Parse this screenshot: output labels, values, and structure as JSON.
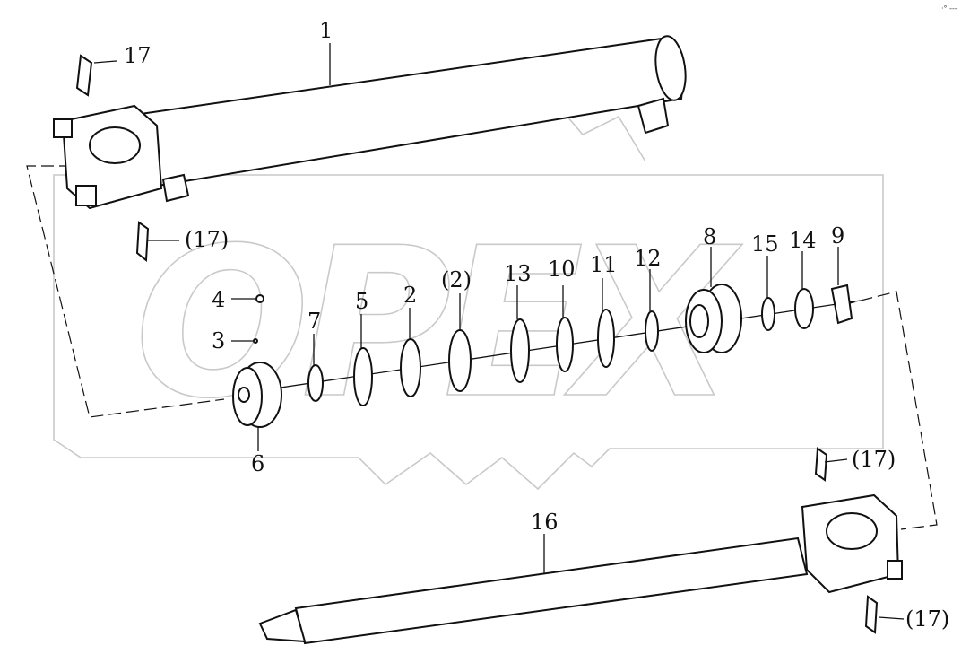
{
  "diagram": {
    "watermark": "OPEX",
    "corner_mark": "·° ---",
    "labels": {
      "l1": "1",
      "l17a": "17",
      "l17b": "(17)",
      "l17c": "(17)",
      "l17d": "(17)",
      "l4": "4",
      "l3": "3",
      "l7": "7",
      "l5": "5",
      "l2": "2",
      "l2b": "(2)",
      "l13": "13",
      "l10": "10",
      "l11": "11",
      "l12": "12",
      "l8": "8",
      "l15": "15",
      "l14": "14",
      "l9": "9",
      "l6": "6",
      "l16": "16"
    }
  }
}
